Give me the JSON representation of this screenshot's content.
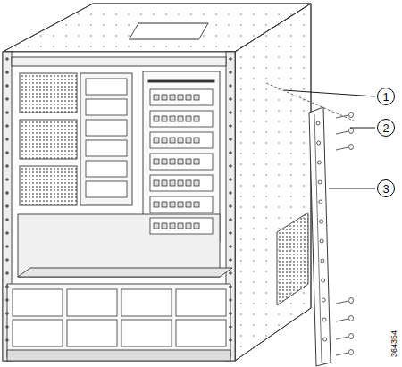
{
  "diagram": {
    "nodes": [
      {
        "text": [
          "1"
        ]
      },
      {
        "text": [
          "2"
        ]
      },
      {
        "text": [
          "3"
        ]
      }
    ],
    "labels": [
      "364354"
    ]
  }
}
